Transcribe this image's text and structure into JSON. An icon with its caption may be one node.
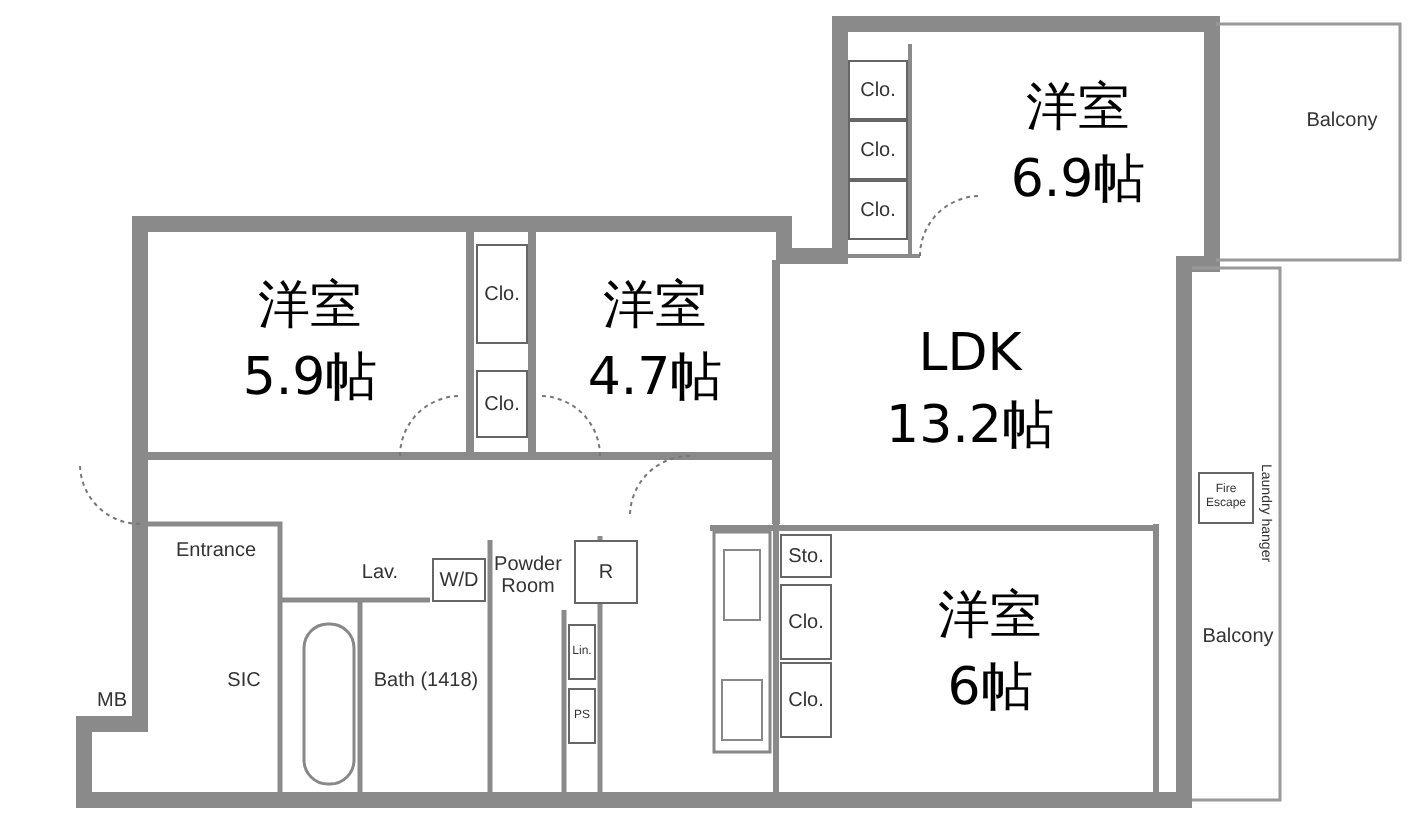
{
  "diagram": {
    "nodes": [
      {
        "text": [
          "洋室",
          "6.9帖"
        ]
      },
      {
        "text": [
          "Clo."
        ]
      },
      {
        "text": [
          "Clo."
        ]
      },
      {
        "text": [
          "Clo."
        ]
      },
      {
        "text": [
          "Balcony"
        ]
      },
      {
        "text": [
          "洋室",
          "5.9帖"
        ]
      },
      {
        "text": [
          "Clo."
        ]
      },
      {
        "text": [
          "洋室",
          "4.7帖"
        ]
      },
      {
        "text": [
          "Clo."
        ]
      },
      {
        "text": [
          "LDK",
          "13.2帖"
        ]
      },
      {
        "text": [
          "Entrance"
        ]
      },
      {
        "text": [
          "Lav."
        ]
      },
      {
        "text": [
          "W/D"
        ]
      },
      {
        "text": [
          "Powder Room"
        ]
      },
      {
        "text": [
          "R"
        ]
      },
      {
        "text": [
          "Sto."
        ]
      },
      {
        "text": [
          "洋室",
          "6帖"
        ]
      },
      {
        "text": [
          "Clo."
        ]
      },
      {
        "text": [
          "Clo."
        ]
      },
      {
        "text": [
          "Fire Escape"
        ]
      },
      {
        "text": [
          "Balcony"
        ]
      },
      {
        "text": [
          "MB"
        ]
      },
      {
        "text": [
          "SIC"
        ]
      },
      {
        "text": [
          "Bath (1418)"
        ]
      },
      {
        "text": [
          "Lin."
        ]
      },
      {
        "text": [
          "PS"
        ]
      }
    ],
    "labels": [
      "Laundry hanger"
    ]
  }
}
